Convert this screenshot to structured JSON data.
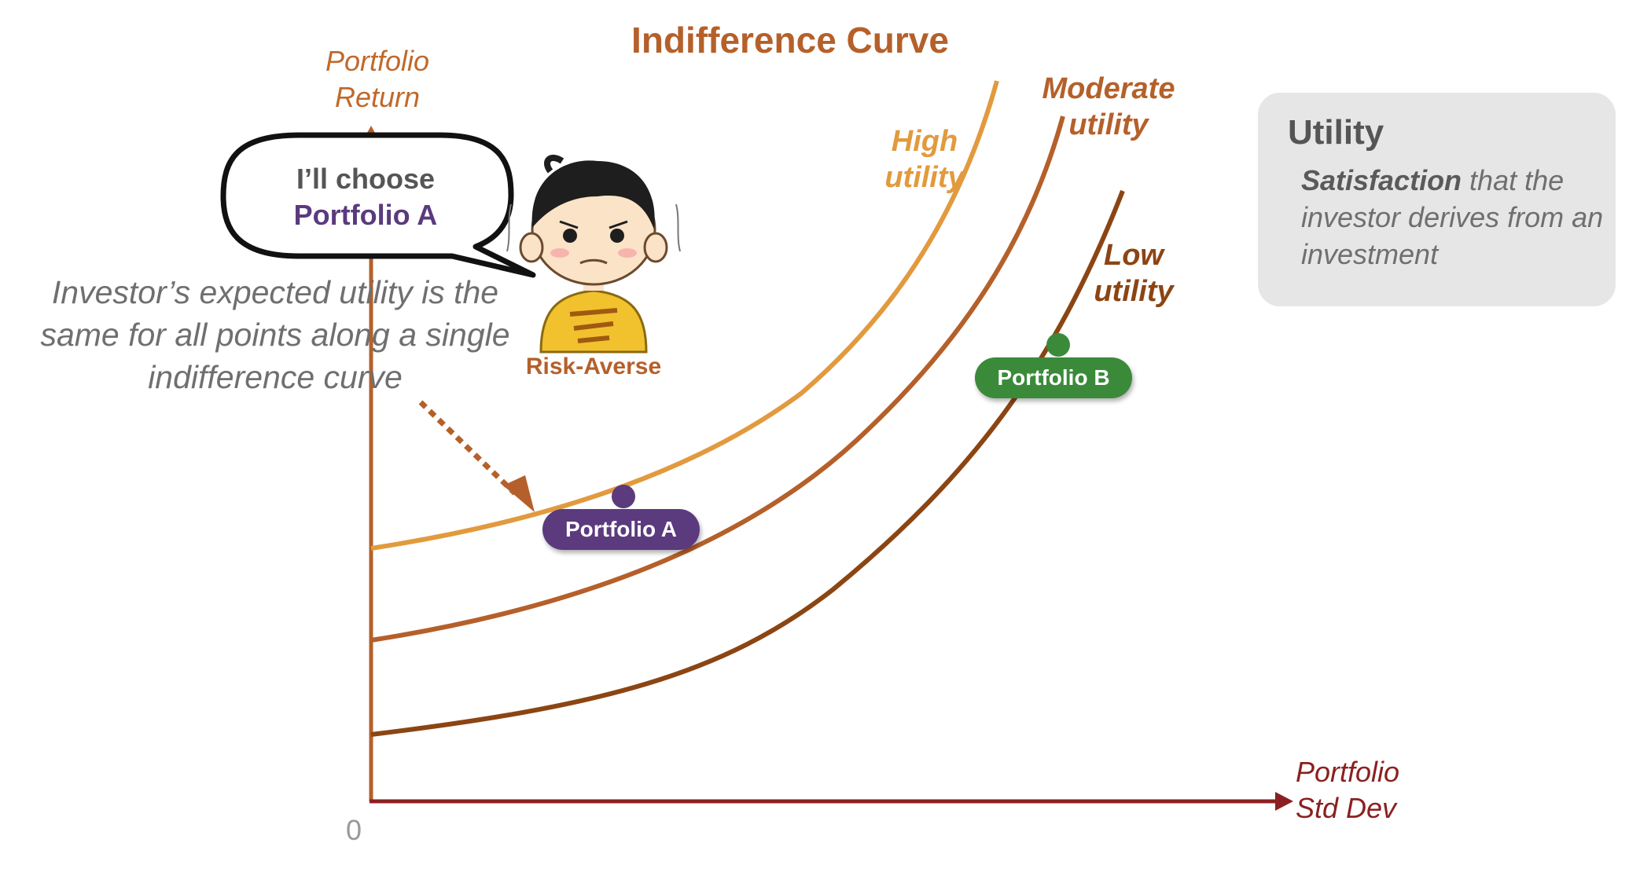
{
  "title": "Indifference Curve",
  "axes": {
    "y_label_line1": "Portfolio",
    "y_label_line2": "Return",
    "x_label_line1": "Portfolio",
    "x_label_line2": "Std Dev",
    "origin": "0"
  },
  "curves": [
    {
      "name": "high",
      "label_line1": "High",
      "label_line2": "utility",
      "color": "#e29a3e"
    },
    {
      "name": "moderate",
      "label_line1": "Moderate",
      "label_line2": "utility",
      "color": "#b5602a"
    },
    {
      "name": "low",
      "label_line1": "Low",
      "label_line2": "utility",
      "color": "#8b4513"
    }
  ],
  "portfolios": [
    {
      "label": "Portfolio A",
      "color": "#5b3a7e"
    },
    {
      "label": "Portfolio B",
      "color": "#3a8a3a"
    }
  ],
  "speech": {
    "line1": "I’ll choose",
    "line2": "Portfolio A"
  },
  "investor_label": "Risk-Averse",
  "note": "Investor’s expected utility is the same for all points along a single indifference curve",
  "utility_box": {
    "title": "Utility",
    "term": "Satisfaction",
    "description": " that the investor derives from an investment"
  },
  "colors": {
    "axis": "#8b2020",
    "y_axis": "#b5602a",
    "arrow": "#b5602a"
  }
}
